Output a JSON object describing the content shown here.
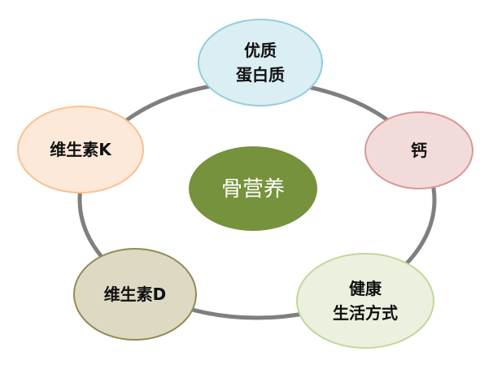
{
  "diagram": {
    "center": {
      "label": "骨营养",
      "fill": "#76923c",
      "text_color": "#ffffff"
    },
    "ring_color": "#7f7f7f",
    "nodes": [
      {
        "id": "protein",
        "lines": [
          "优质",
          "蛋白质"
        ],
        "fill": "#daeef3",
        "stroke": "#92cddc"
      },
      {
        "id": "calcium",
        "lines": [
          "钙"
        ],
        "fill": "#f2dcdb",
        "stroke": "#d99694"
      },
      {
        "id": "lifestyle",
        "lines": [
          "健康",
          "生活方式"
        ],
        "fill": "#ebf1de",
        "stroke": "#c3d69b"
      },
      {
        "id": "vitamin-d",
        "lines": [
          "维生素D"
        ],
        "fill": "#ddd9c3",
        "stroke": "#948a54"
      },
      {
        "id": "vitamin-k",
        "lines": [
          "维生素K"
        ],
        "fill": "#fde9d9",
        "stroke": "#fac08f"
      }
    ]
  }
}
